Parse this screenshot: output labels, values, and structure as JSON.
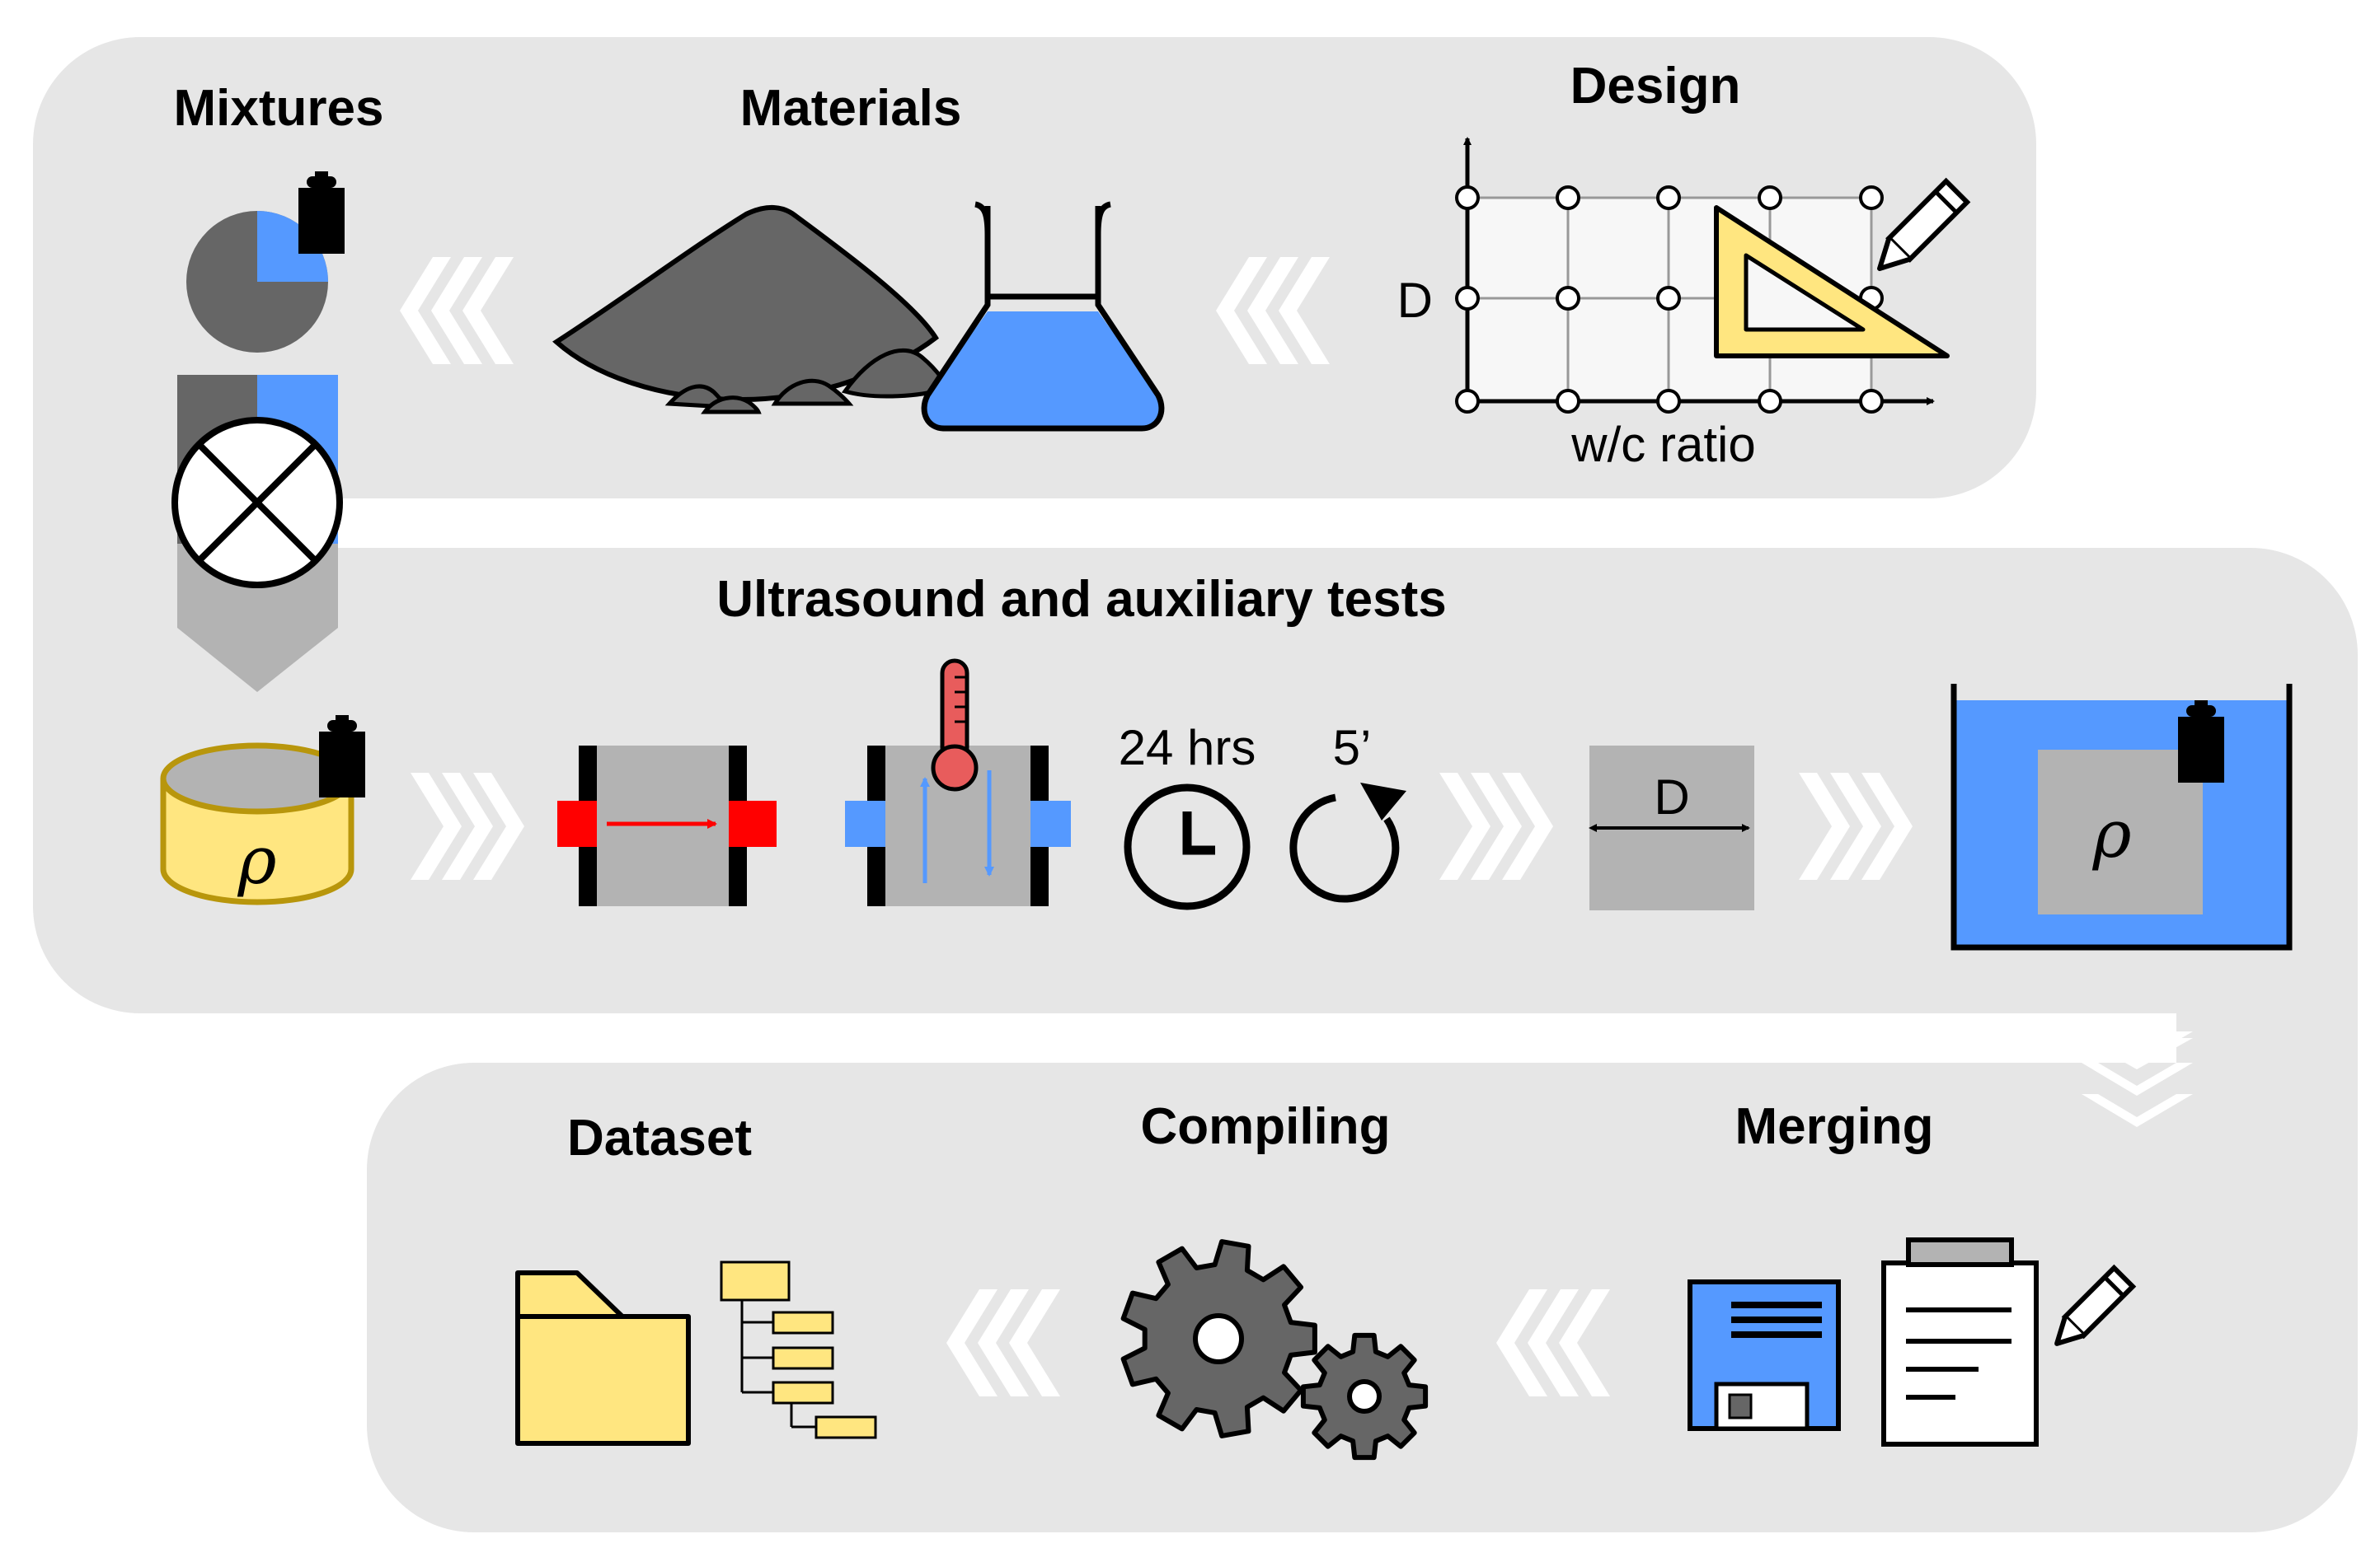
{
  "labels": {
    "mixtures": "Mixtures",
    "materials": "Materials",
    "design": "Design",
    "ultrasound": "Ultrasound and auxiliary tests",
    "dataset": "Dataset",
    "compiling": "Compiling",
    "merging": "Merging"
  },
  "design_chart": {
    "y_axis_label": "D",
    "x_axis_label": "w/c ratio"
  },
  "tests": {
    "duration": "24 hrs",
    "interval": "5’",
    "dimension": "D",
    "density_symbol": "ρ"
  },
  "colors": {
    "panel": "#e6e6e6",
    "blue": "#5599ff",
    "yellow": "#ffe680",
    "gold": "#b8960c",
    "dark_gray": "#666666",
    "mid_gray": "#b3b3b3",
    "red": "#ff0000",
    "thermo_red": "#e85c5c"
  },
  "icons": [
    "weight-icon",
    "pie-chart-icon",
    "mixer-icon",
    "cylinder-icon",
    "sand-pile-icon",
    "flask-icon",
    "grid-chart-icon",
    "set-square-icon",
    "pencil-icon",
    "ultrasound-probe-icon",
    "thermometer-icon",
    "clock-icon",
    "refresh-icon",
    "tank-icon",
    "folder-icon",
    "tree-icon",
    "gear-icon",
    "floppy-disk-icon",
    "clipboard-icon",
    "chevrons-icon"
  ]
}
